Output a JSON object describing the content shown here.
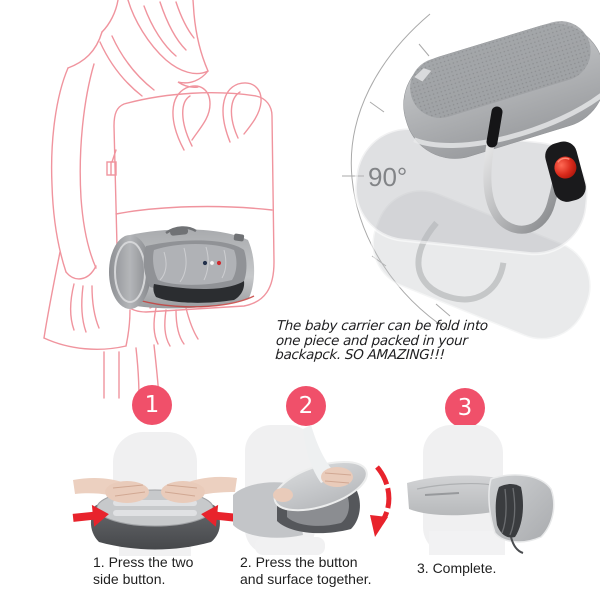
{
  "promo": {
    "lines": [
      "The baby carrier can be fold into",
      "one piece and packed in your",
      "backapck. SO AMAZING!!!"
    ]
  },
  "rotation": {
    "angle_label": "90°"
  },
  "steps": [
    {
      "number": "1",
      "caption_lines": [
        "1. Press the two",
        "side button."
      ]
    },
    {
      "number": "2",
      "caption_lines": [
        "2. Press the button",
        "and surface together."
      ]
    },
    {
      "number": "3",
      "caption_lines": [
        "3. Complete."
      ]
    }
  ],
  "colors": {
    "step_badge": "#f0506a",
    "line_art_pink": "#f0949e",
    "arrow_red": "#e8232c",
    "button_red": "#cf2017",
    "angle_text": "#57585a",
    "arc_gray": "#a9a9a9",
    "promo_text": "#1e1e20",
    "caption_text": "#1f1f1f"
  }
}
